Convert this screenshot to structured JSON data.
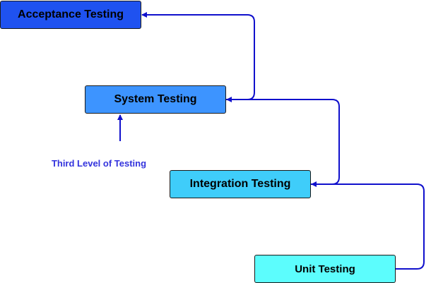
{
  "diagram": {
    "boxes": {
      "acceptance": {
        "label": "Acceptance Testing",
        "color": "#1f52f0"
      },
      "system": {
        "label": "System Testing",
        "color": "#3d94ff"
      },
      "integration": {
        "label": "Integration Testing",
        "color": "#3fcdfa"
      },
      "unit": {
        "label": "Unit Testing",
        "color": "#5cfdfd"
      }
    },
    "note": {
      "text": "Third Level of Testing",
      "color": "#3333dd"
    },
    "arrow_color": "#1010cc"
  }
}
